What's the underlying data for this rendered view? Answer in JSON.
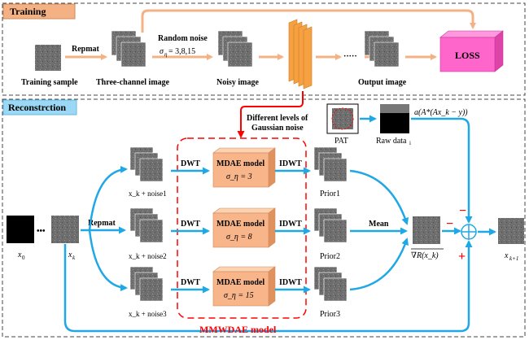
{
  "colors": {
    "orange_arrow": "#f4b183",
    "blue_arrow": "#1fa7e6",
    "red": "#ff0000",
    "section_training": "#f4b183",
    "section_reconstruction": "#9bd8f5",
    "loss_box": "#ff66cc",
    "model_box": "#f8b58a",
    "layer_stack": "#f5a142"
  },
  "training": {
    "section_label": "Training",
    "training_sample": "Training sample",
    "repmat": "Repmat",
    "three_channel": "Three-channel image",
    "random_noise": "Random noise",
    "sigma_values": "σ",
    "sigma_sub": "η",
    "sigma_list": " = 3,8,15",
    "noisy_image": "Noisy image",
    "dots": "·····",
    "output_image": "Output image",
    "loss": "LOSS"
  },
  "reconstruction": {
    "section_label": "Reconstrction",
    "noise_levels_line1": "Different levels of",
    "noise_levels_line2": "Gaussian noise",
    "pat": "PAT",
    "raw_data": "Raw data",
    "raw_data_sub": "i",
    "formula": "a(A*(Ax_k − y))",
    "x0": "x",
    "x0_sub": "0",
    "dots": "•••",
    "xk": "x",
    "xk_sub": "k",
    "repmat": "Repmat",
    "noise1": "x_k + noise1",
    "noise2": "x_k + noise2",
    "noise3": "x_k + noise3",
    "dwt": "DWT",
    "idwt": "IDWT",
    "model_title": "MDAE model",
    "models": [
      {
        "sigma": "σ_η = 3"
      },
      {
        "sigma": "σ_η = 8"
      },
      {
        "sigma": "σ_η = 15"
      }
    ],
    "prior1": "Prior1",
    "prior2": "Prior2",
    "prior3": "Prior3",
    "mean": "Mean",
    "grad_r": "∇R(x_k)",
    "minus_top": "−",
    "minus_left": "−",
    "plus_bottom": "+",
    "xk1": "x",
    "xk1_sub": "k+1",
    "mmwdae": "MMWDAE model"
  }
}
